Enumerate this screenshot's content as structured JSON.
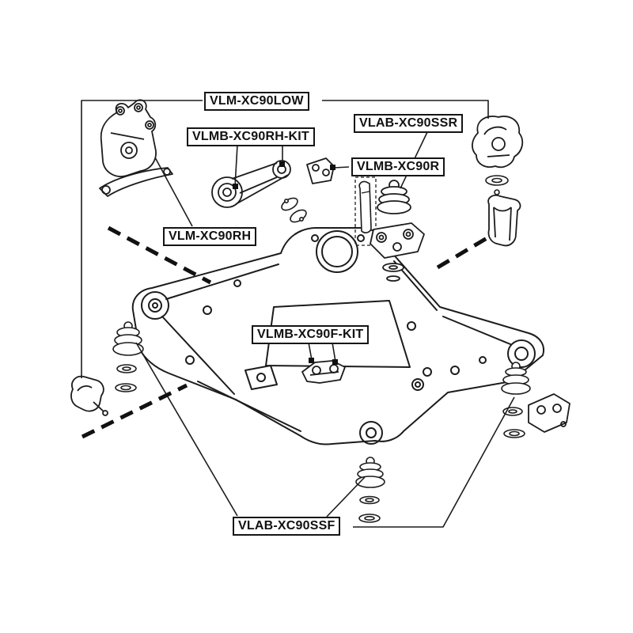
{
  "diagram": {
    "type": "exploded-parts-diagram",
    "subject": "Vehicle front subframe with engine mounting parts",
    "background_color": "#ffffff",
    "line_color": "#1c1c1c",
    "label_border_color": "#151515",
    "labels": [
      {
        "id": "vlm-xc90low",
        "text": "VLM-XC90LOW"
      },
      {
        "id": "vlab-xc90ssr",
        "text": "VLAB-XC90SSR"
      },
      {
        "id": "vlmb-xc90rh-kit",
        "text": "VLMB-XC90RH-KIT"
      },
      {
        "id": "vlmb-xc90r",
        "text": "VLMB-XC90R"
      },
      {
        "id": "vlm-xc90rh",
        "text": "VLM-XC90RH"
      },
      {
        "id": "vlmb-xc90f-kit",
        "text": "VLMB-XC90F-KIT"
      },
      {
        "id": "vlab-xc90ssf",
        "text": "VLAB-XC90SSF"
      }
    ]
  }
}
